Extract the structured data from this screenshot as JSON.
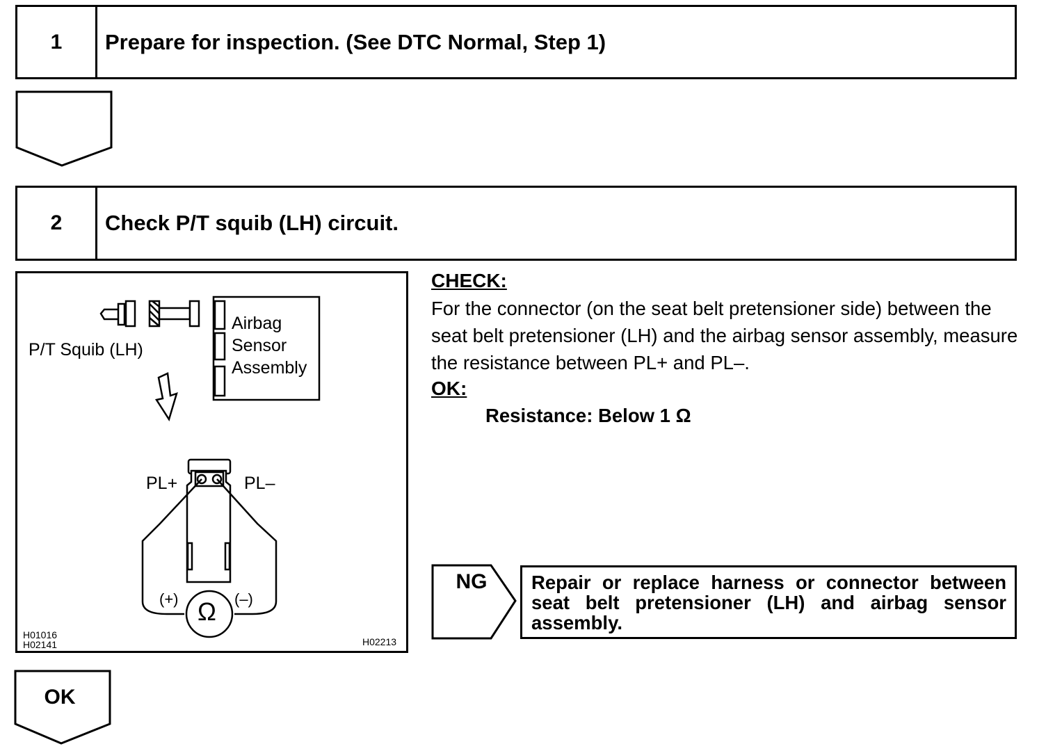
{
  "step1": {
    "number": "1",
    "title": "Prepare for inspection. (See DTC Normal, Step 1)"
  },
  "step2": {
    "number": "2",
    "title": "Check P/T squib (LH) circuit."
  },
  "figure": {
    "squib_label": "P/T Squib (LH)",
    "sensor_label_line1": "Airbag",
    "sensor_label_line2": "Sensor",
    "sensor_label_line3": "Assembly",
    "terminal_plus": "PL+",
    "terminal_minus": "PL–",
    "meter_plus": "(+)",
    "meter_minus": "(–)",
    "ohm_symbol": "Ω",
    "code_left_1": "H01016",
    "code_left_2": "H02141",
    "code_right": "H02213"
  },
  "check": {
    "heading": "CHECK:",
    "body": "For the connector (on the seat belt pretensioner side) between the seat belt pretensioner (LH) and the airbag sensor assembly, measure the resistance between PL+ and PL–.",
    "ok_heading": "OK:",
    "ok_spec": "Resistance: Below 1 Ω"
  },
  "ng": {
    "label": "NG",
    "action": "Repair or replace harness or connector between seat belt pretensioner (LH) and airbag sensor assembly."
  },
  "ok_arrow": {
    "label": "OK"
  }
}
